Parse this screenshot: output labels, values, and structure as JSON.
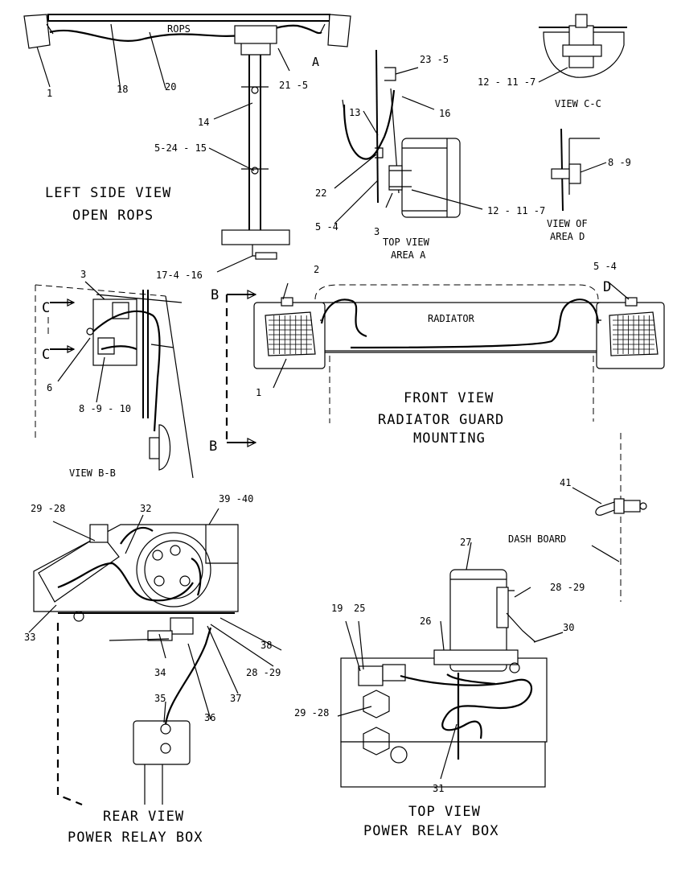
{
  "views": {
    "left_side": {
      "title_line1": "LEFT SIDE VIEW",
      "title_line2": "OPEN ROPS",
      "part_label": "ROPS",
      "view_marker": "A"
    },
    "top_view_a": {
      "title_line1": "TOP VIEW",
      "title_line2": "AREA A"
    },
    "view_cc": {
      "title": "VIEW C-C"
    },
    "view_area_d": {
      "title_line1": "VIEW OF",
      "title_line2": "AREA D"
    },
    "view_bb": {
      "title": "VIEW B-B",
      "marker_c": "C",
      "marker_b": "B",
      "marker_d": "D"
    },
    "front_view": {
      "title_line1": "FRONT VIEW",
      "title_line2": "RADIATOR GUARD",
      "title_line3": "MOUNTING",
      "part_label": "RADIATOR"
    },
    "dash": {
      "label": "DASH BOARD"
    },
    "rear_view": {
      "title_line1": "REAR VIEW",
      "title_line2": "POWER RELAY BOX"
    },
    "top_view_relay": {
      "title_line1": "TOP VIEW",
      "title_line2": "POWER RELAY BOX"
    }
  },
  "callouts": {
    "c1a": "1",
    "c18": "18",
    "c20": "20",
    "c21_5": "21 -5",
    "c14": "14",
    "c5_24_15": "5-24 - 15",
    "c17_4_16": "17-4 -16",
    "c23_5": "23 -5",
    "c16": "16",
    "c13": "13",
    "c22": "22",
    "c5_4a": "5 -4",
    "c3a": "3",
    "c12_11_7a": "12 - 11 -7",
    "c12_11_7b": "12 - 11 -7",
    "c8_9": "8 -9",
    "c3b": "3",
    "c6": "6",
    "c8_9_10": "8 -9 - 10",
    "c2": "2",
    "c5_4b": "5 -4",
    "c1b": "1",
    "c41": "41",
    "c29_28a": "29 -28",
    "c32": "32",
    "c39_40": "39 -40",
    "c33": "33",
    "c34": "34",
    "c38": "38",
    "c28_29a": "28 -29",
    "c37": "37",
    "c35": "35",
    "c36": "36",
    "c27": "27",
    "c28_29b": "28 -29",
    "c19": "19",
    "c25": "25",
    "c26": "26",
    "c30": "30",
    "c29_28b": "29 -28",
    "c31": "31"
  }
}
